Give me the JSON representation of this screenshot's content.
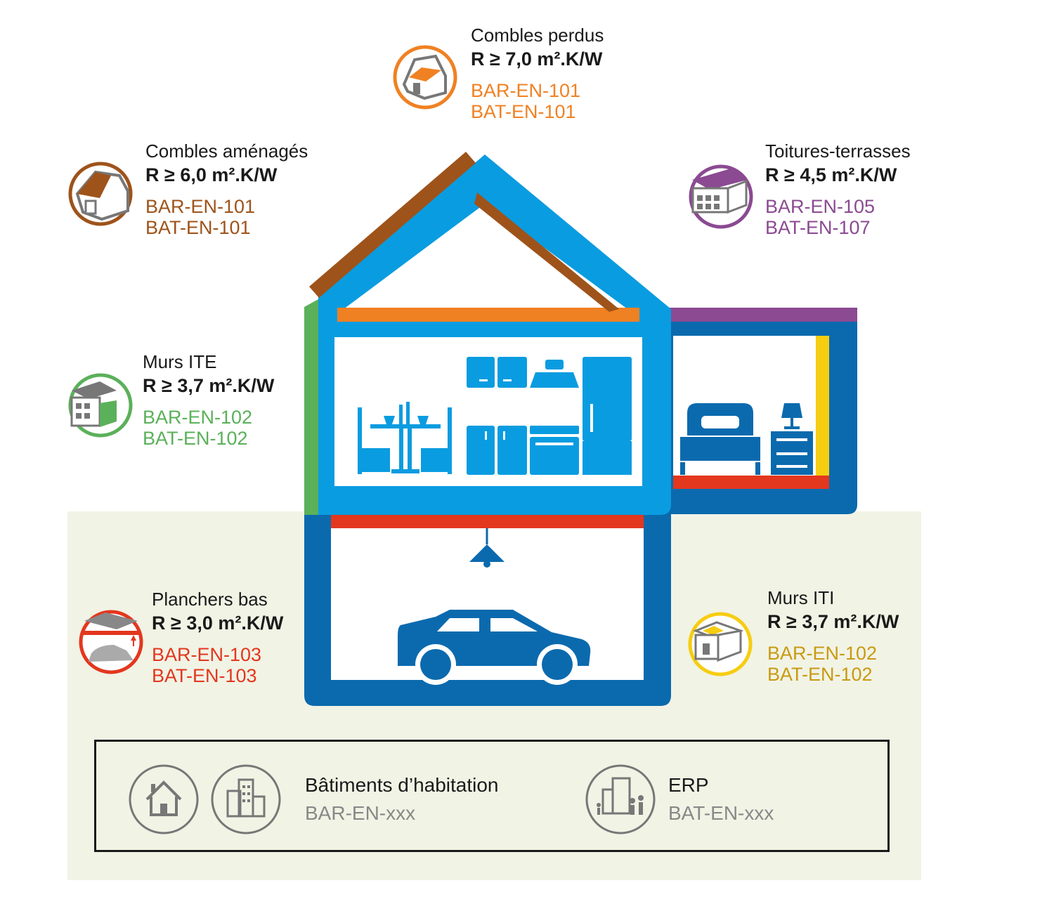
{
  "items": {
    "combles_perdus": {
      "title": "Combles perdus",
      "rvalue": "R ≥ 7,0 m².K/W",
      "codes": [
        "BAR-EN-101",
        "BAT-EN-101"
      ],
      "color": "#f08123"
    },
    "combles_amenages": {
      "title": "Combles aménagés",
      "rvalue": "R ≥ 6,0 m².K/W",
      "codes": [
        "BAR-EN-101",
        "BAT-EN-101"
      ],
      "color": "#9e531a"
    },
    "toitures_terrasses": {
      "title": "Toitures-terrasses",
      "rvalue": "R ≥ 4,5 m².K/W",
      "codes": [
        "BAR-EN-105",
        "BAT-EN-107"
      ],
      "color": "#8b4a92"
    },
    "murs_ite": {
      "title": "Murs ITE",
      "rvalue": "R ≥ 3,7 m².K/W",
      "codes": [
        "BAR-EN-102",
        "BAT-EN-102"
      ],
      "color": "#5bb05a"
    },
    "planchers_bas": {
      "title": "Planchers bas",
      "rvalue": "R ≥ 3,0 m².K/W",
      "codes": [
        "BAR-EN-103",
        "BAT-EN-103"
      ],
      "color": "#e3371e"
    },
    "murs_iti": {
      "title": "Murs ITI",
      "rvalue": "R ≥ 3,7 m².K/W",
      "codes": [
        "BAR-EN-102",
        "BAT-EN-102"
      ],
      "color": "#c99a12"
    }
  },
  "legend": {
    "habitation": {
      "title": "Bâtiments d’habitation",
      "code": "BAR-EN-xxx",
      "icons": [
        "house-icon",
        "apartment-building-icon"
      ]
    },
    "erp": {
      "title": "ERP",
      "code": "BAT-EN-xxx",
      "icons": [
        "public-building-people-icon"
      ]
    }
  },
  "colors": {
    "house_light_blue": "#0a9ce0",
    "house_dark_blue": "#0b6aae",
    "ground": "#f1f3e5",
    "yellow_wall": "#f6cd10",
    "legend_gray": "#888888"
  }
}
